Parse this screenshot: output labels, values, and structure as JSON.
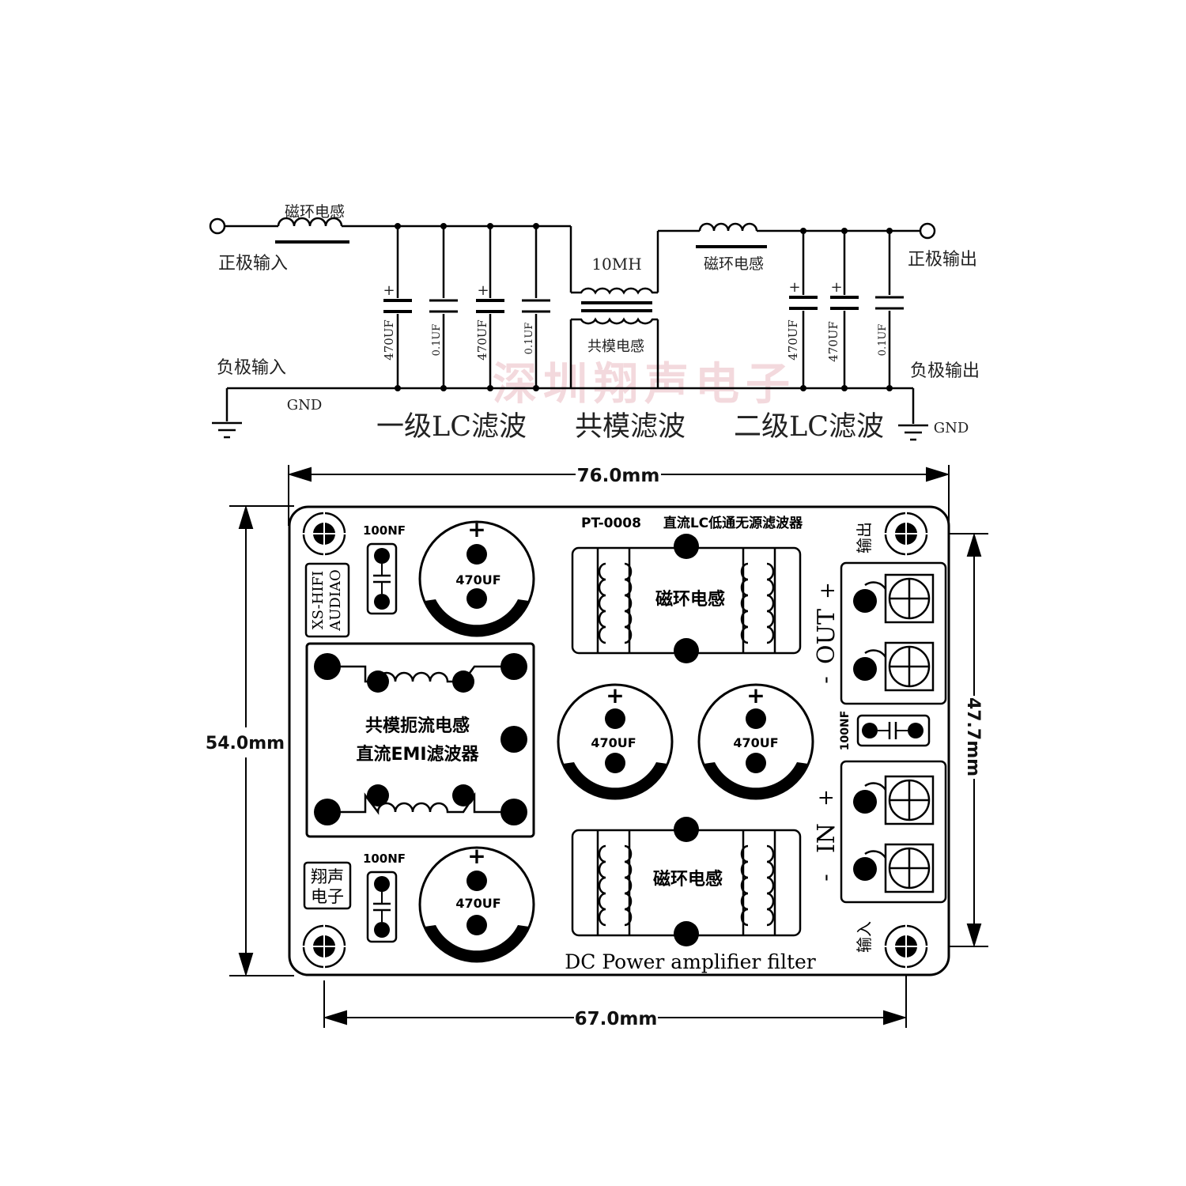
{
  "schematic": {
    "input_inductor_label": "磁环电感",
    "output_inductor_label": "磁环电感",
    "pos_input": "正极输入",
    "neg_input": "负极输入",
    "pos_output": "正极输出",
    "neg_output": "负极输出",
    "gnd_left": "GND",
    "gnd_right": "GND",
    "cm_inductance": "10MH",
    "cm_label": "共模电感",
    "caps": [
      "470UF",
      "0.1UF",
      "470UF",
      "0.1UF",
      "470UF",
      "470UF",
      "0.1UF"
    ],
    "plus_sign": "+",
    "stage1": "一级LC滤波",
    "stage2": "共模滤波",
    "stage3": "二级LC滤波",
    "watermark": "深圳翔声电子"
  },
  "board": {
    "dim_top": "76.0mm",
    "dim_left": "54.0mm",
    "dim_right": "47.7mm",
    "dim_bottom": "67.0mm",
    "model": "PT-0008",
    "title_cn": "直流LC低通无源滤波器",
    "brand1": "XS-HIFI",
    "brand2": "AUDIAO",
    "maker1": "翔声",
    "maker2": "电子",
    "cap_small_top": "100NF",
    "cap_small_bottom": "100NF",
    "cap_small_right": "100NF",
    "cap_big_1": "470UF",
    "cap_big_2": "470UF",
    "cap_big_3": "470UF",
    "cap_big_4": "470UF",
    "plus": "+",
    "minus": "-",
    "inductor_top": "磁环电感",
    "inductor_bottom": "磁环电感",
    "cm_line1": "共模扼流电感",
    "cm_line2": "直流EMI滤波器",
    "out_label": "OUT",
    "in_label": "IN",
    "output_cn": "输出",
    "input_cn": "输入",
    "footer": "DC Power amplifier filter"
  }
}
